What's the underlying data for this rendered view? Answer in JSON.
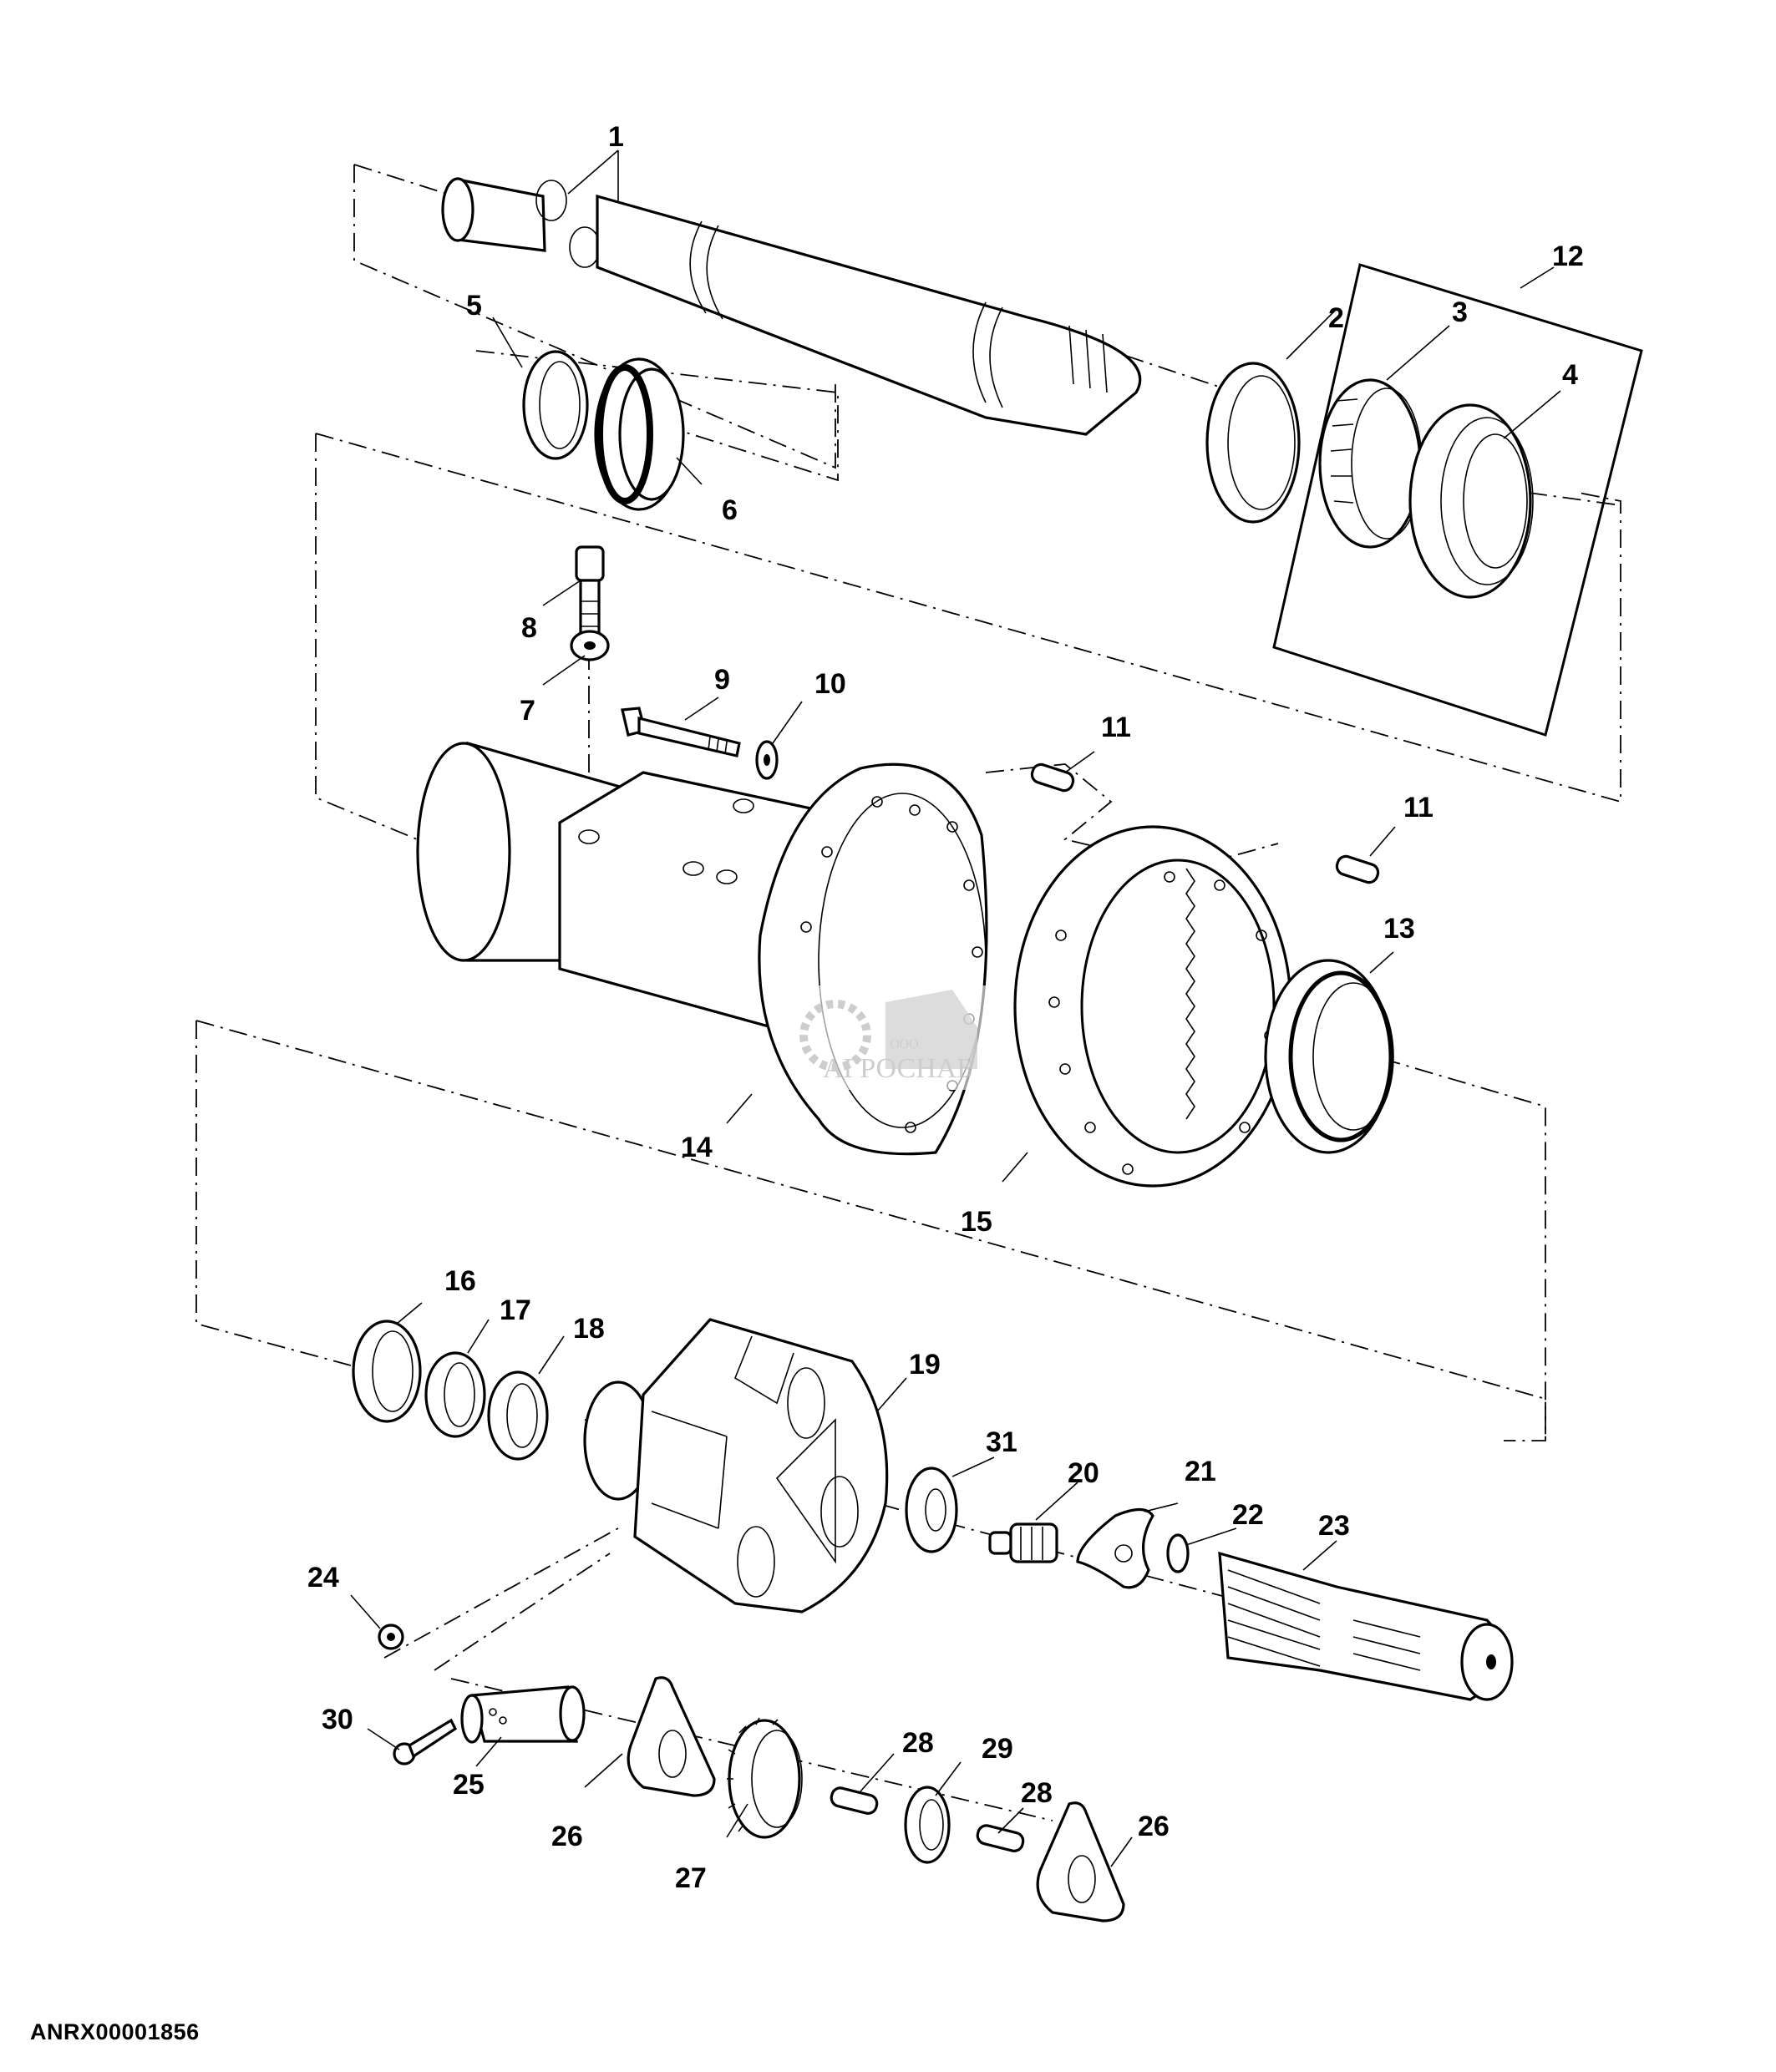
{
  "figure_id": "ANRX00001856",
  "watermark": {
    "prefix": "ООО",
    "brand": "АГРОСНАБ"
  },
  "callouts": [
    {
      "id": "c1",
      "label": "1",
      "part": "shaft-with-plugs"
    },
    {
      "id": "c2",
      "label": "2",
      "part": "bearing-cup"
    },
    {
      "id": "c3",
      "label": "3",
      "part": "tapered-roller-bearing-cone"
    },
    {
      "id": "c4",
      "label": "4",
      "part": "bearing-cup-outer"
    },
    {
      "id": "c5",
      "label": "5",
      "part": "snap-ring"
    },
    {
      "id": "c6",
      "label": "6",
      "part": "seal"
    },
    {
      "id": "c7",
      "label": "7",
      "part": "washer"
    },
    {
      "id": "c8",
      "label": "8",
      "part": "cap-screw"
    },
    {
      "id": "c9",
      "label": "9",
      "part": "bolt"
    },
    {
      "id": "c10",
      "label": "10",
      "part": "washer"
    },
    {
      "id": "c11a",
      "label": "11",
      "part": "dowel-pin"
    },
    {
      "id": "c11b",
      "label": "11",
      "part": "dowel-pin"
    },
    {
      "id": "c12",
      "label": "12",
      "part": "bearing-kit"
    },
    {
      "id": "c13",
      "label": "13",
      "part": "bearing"
    },
    {
      "id": "c14",
      "label": "14",
      "part": "housing"
    },
    {
      "id": "c15",
      "label": "15",
      "part": "ring-gear"
    },
    {
      "id": "c16",
      "label": "16",
      "part": "seal"
    },
    {
      "id": "c17",
      "label": "17",
      "part": "washer"
    },
    {
      "id": "c18",
      "label": "18",
      "part": "washer"
    },
    {
      "id": "c19",
      "label": "19",
      "part": "planet-carrier"
    },
    {
      "id": "c31",
      "label": "31",
      "part": "thrust-washer"
    },
    {
      "id": "c20",
      "label": "20",
      "part": "sun-gear-stub"
    },
    {
      "id": "c21",
      "label": "21",
      "part": "retainer-plate"
    },
    {
      "id": "c22",
      "label": "22",
      "part": "snap-ring"
    },
    {
      "id": "c23",
      "label": "23",
      "part": "axle-shaft"
    },
    {
      "id": "c24",
      "label": "24",
      "part": "nut"
    },
    {
      "id": "c30",
      "label": "30",
      "part": "cap-screw"
    },
    {
      "id": "c25",
      "label": "25",
      "part": "planet-pin"
    },
    {
      "id": "c26a",
      "label": "26",
      "part": "thrust-plate"
    },
    {
      "id": "c26b",
      "label": "26",
      "part": "thrust-plate"
    },
    {
      "id": "c27",
      "label": "27",
      "part": "planet-gear"
    },
    {
      "id": "c28a",
      "label": "28",
      "part": "needle-roller"
    },
    {
      "id": "c28b",
      "label": "28",
      "part": "needle-roller"
    },
    {
      "id": "c29",
      "label": "29",
      "part": "spacer"
    }
  ]
}
